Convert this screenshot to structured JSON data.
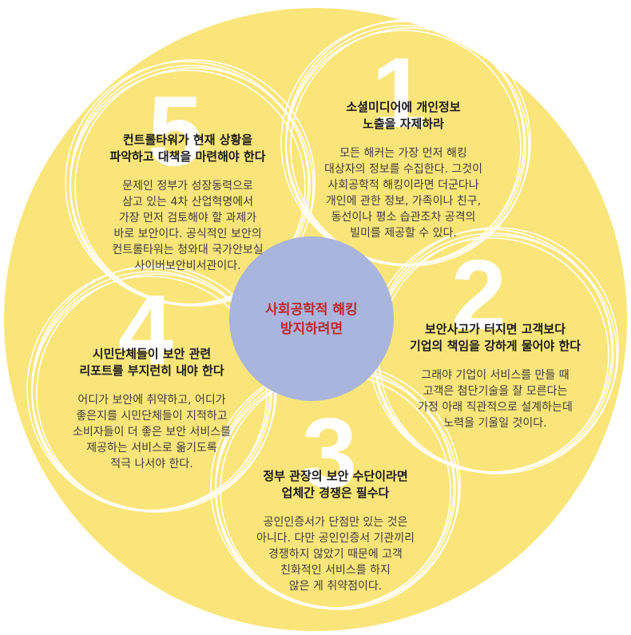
{
  "center": {
    "label": "사회공학적 해킹\n방지하려면"
  },
  "steps": [
    {
      "number": "1",
      "title": "소셜미디어에 개인정보\n노출을 자제하라",
      "body": "모든 해커는 가장 먼저 해킹\n대상자의 정보를 수집한다. 그것이\n사회공학적 해킹이라면 더군다나\n개인에 관한 정보, 가족이나 친구,\n동선이나 평소 습관조차 공격의\n빌미를 제공할 수 있다."
    },
    {
      "number": "2",
      "title": "보안사고가 터지면 고객보다\n기업의 책임을 강하게 물어야 한다",
      "body": "그래야 기업이 서비스를 만들 때\n고객은 첨단기술을 잘 모른다는\n가정 아래 직관적으로 설계하는데\n노력을 기울일 것이다."
    },
    {
      "number": "3",
      "title": "정부 관장의 보안 수단이라면\n업체간 경쟁은 필수다",
      "body": "공인인증서가 단점만 있는 것은\n아니다. 다만 공인인증서 기관끼리\n경쟁하지 않았기 때문에 고객\n친화적인 서비스를 하지\n않은 게 취약점이다."
    },
    {
      "number": "4",
      "title": "시민단체들이 보안 관련\n리포트를 부지런히 내야 한다",
      "body": "어디가 보안에 취약하고, 어디가\n좋은지를 시민단체들이 지적하고\n소비자들이 더 좋은 보안 서비스를\n제공하는 서비스로 옮기도록\n적극 나서야 한다."
    },
    {
      "number": "5",
      "title": "컨트롤타워가 현재 상황을\n파악하고 대책을 마련해야 한다",
      "body": "문제인 정부가 성장동력으로\n삼고 있는 4차 산업혁명에서\n가장 먼저 검토해야 할 과제가\n바로 보안이다. 공식적인 보안의\n컨트롤타워는 청와대 국가안보실\n사이버보안비서관이다."
    }
  ],
  "colors": {
    "background_disc": "#fae57a",
    "center_circle": "#a9b5dc",
    "center_text": "#c0272d",
    "ring_stroke": "#ffffff",
    "number_fill": "#ffffff"
  }
}
